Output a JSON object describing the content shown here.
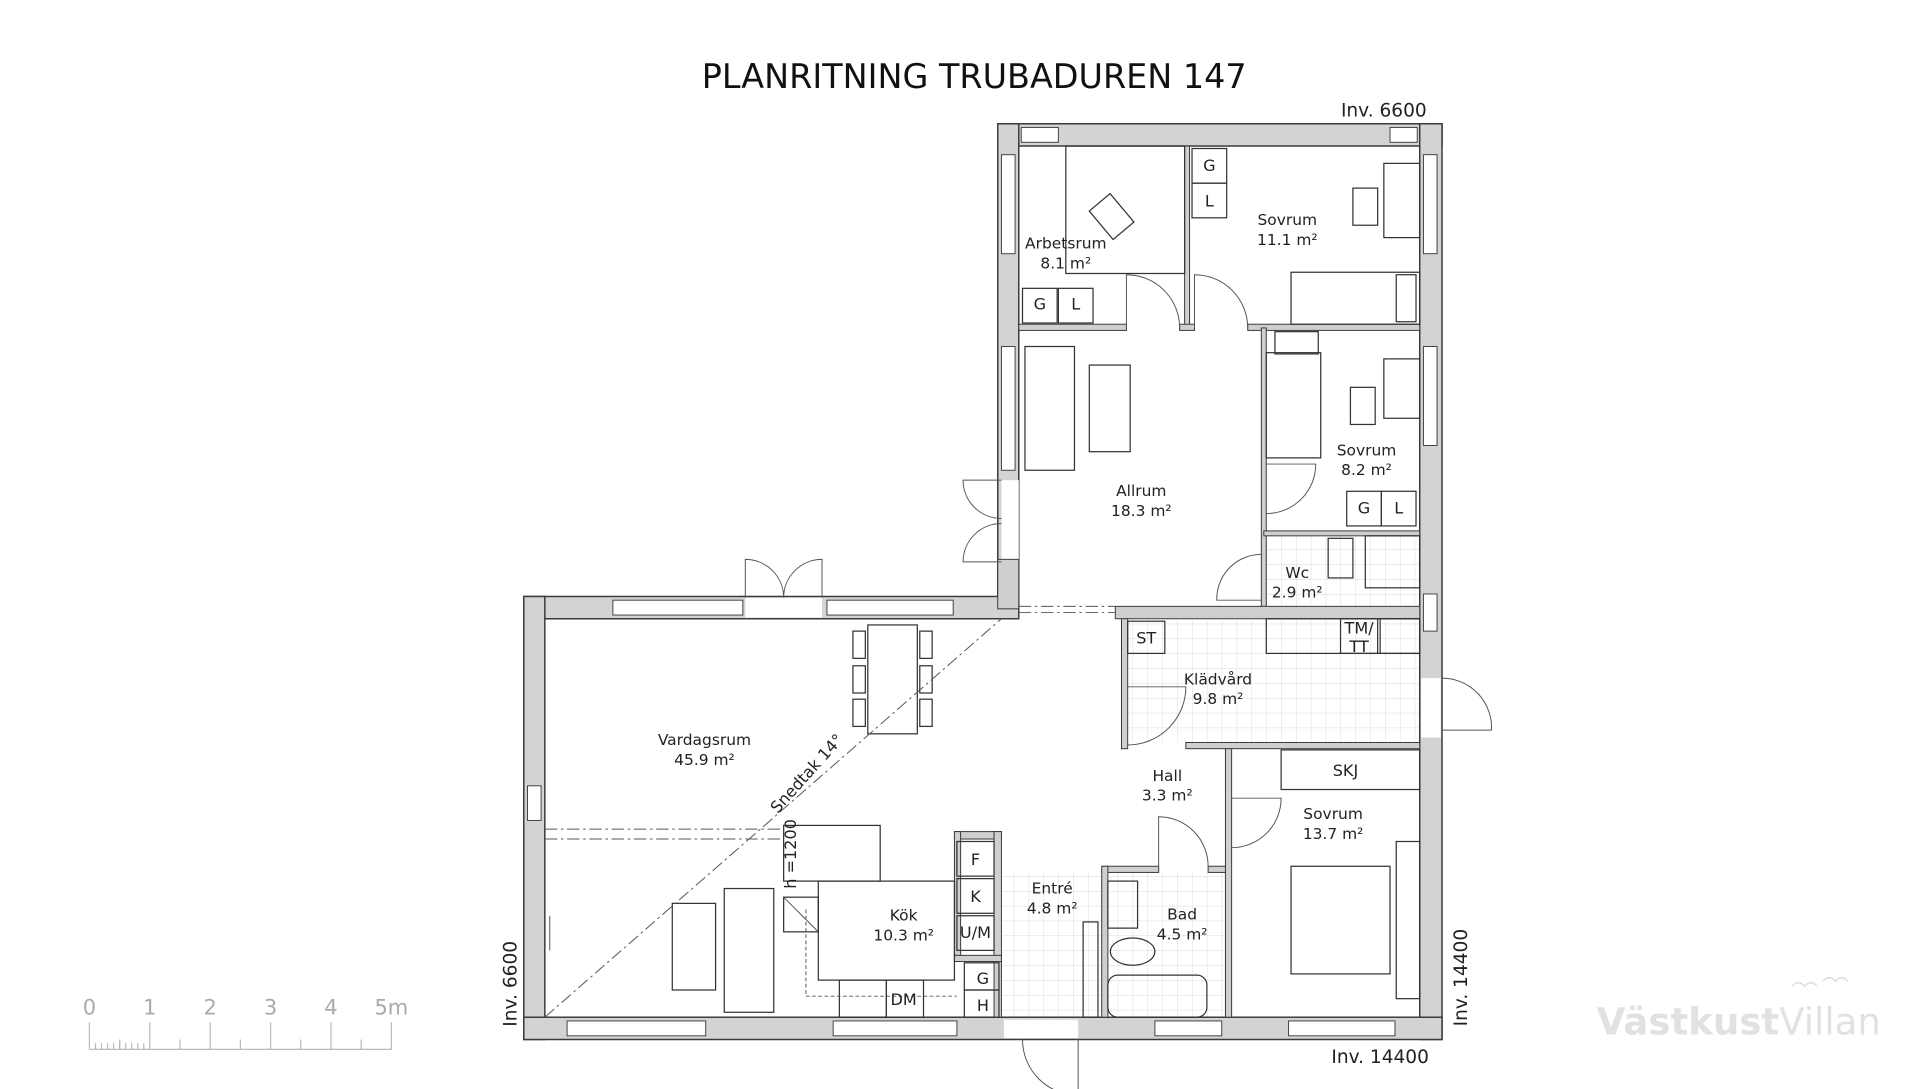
{
  "title": "PLANRITNING TRUBADUREN 147",
  "dimensions": {
    "top": "Inv. 6600",
    "bottom": "Inv. 14400",
    "left": "Inv. 6600",
    "right": "Inv. 14400"
  },
  "rooms": [
    {
      "name": "Arbetsrum",
      "area": "8.1 m²"
    },
    {
      "name": "Sovrum",
      "area": "11.1 m²"
    },
    {
      "name": "Allrum",
      "area": "18.3 m²"
    },
    {
      "name": "Sovrum",
      "area": "8.2 m²"
    },
    {
      "name": "Wc",
      "area": "2.9 m²"
    },
    {
      "name": "Klädvård",
      "area": "9.8 m²"
    },
    {
      "name": "Vardagsrum",
      "area": "45.9 m²"
    },
    {
      "name": "Hall",
      "area": "3.3 m²"
    },
    {
      "name": "Sovrum",
      "area": "13.7 m²"
    },
    {
      "name": "Entré",
      "area": "4.8 m²"
    },
    {
      "name": "Kök",
      "area": "10.3 m²"
    },
    {
      "name": "Bad",
      "area": "4.5 m²"
    }
  ],
  "fixture_labels": [
    "G",
    "L",
    "G",
    "L",
    "G",
    "L",
    "ST",
    "TM/",
    "TT",
    "SKJ",
    "F",
    "K",
    "U/M",
    "G",
    "H",
    "DM"
  ],
  "annotations": {
    "roof": "Snedtak 14°",
    "height": "h =1200"
  },
  "scale_bar": {
    "labels": [
      "0",
      "1",
      "2",
      "3",
      "4",
      "5m"
    ]
  },
  "logo": {
    "text_bold": "Västkust",
    "text_light": "Villan"
  },
  "colors": {
    "wall_fill": "#d3d3d3",
    "line": "#333333",
    "logo": "#e1e1e1"
  }
}
